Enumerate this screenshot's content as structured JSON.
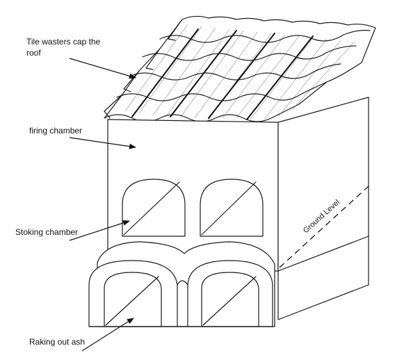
{
  "labels": {
    "roof_line1": "Tile wasters cap the",
    "roof_line2": "roof",
    "firing": "firing chamber",
    "stoking": "Stoking chamber",
    "raking": "Raking out ash",
    "ground": "Ground Level"
  }
}
